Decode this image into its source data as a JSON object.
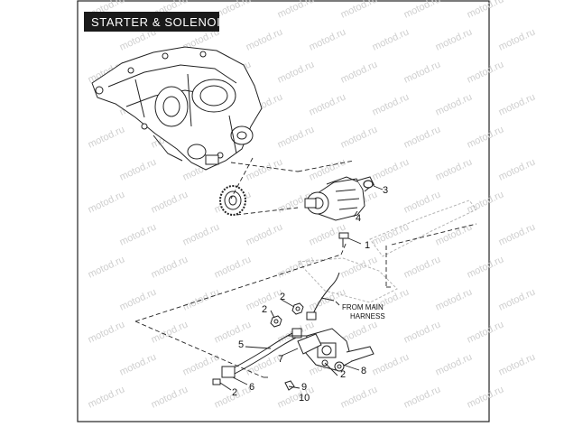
{
  "diagram": {
    "title": "STARTER & SOLENOID",
    "note": [
      "FROM MAIN",
      "HARNESS"
    ],
    "callouts": [
      "1",
      "2",
      "2",
      "2",
      "2",
      "3",
      "4",
      "5",
      "6",
      "7",
      "8",
      "9",
      "10"
    ],
    "watermark": "motod.ru"
  },
  "colors": {
    "title_bg": "#1a1a1a",
    "line": "#1a1a1a",
    "watermark": "#cfcfcf"
  }
}
